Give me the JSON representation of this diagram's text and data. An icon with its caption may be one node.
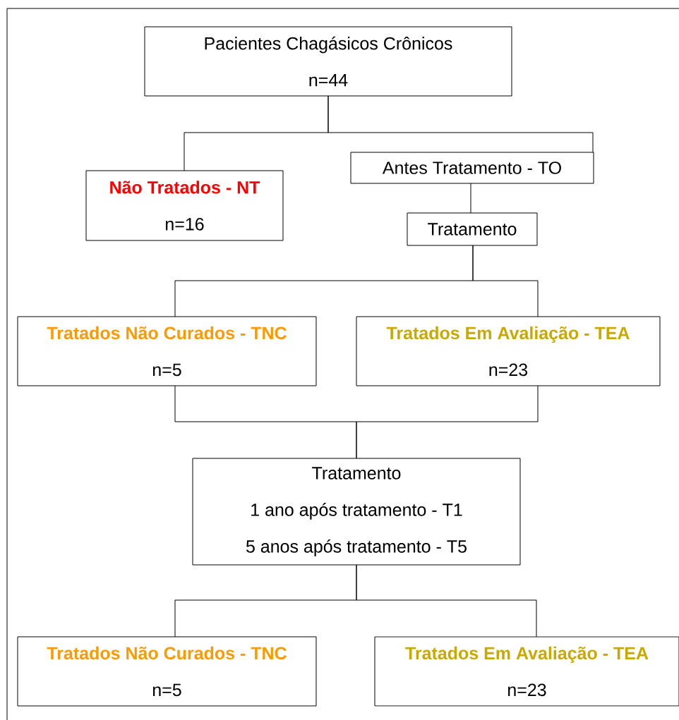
{
  "diagram": {
    "nodes": [
      {
        "text": [
          "Pacientes Chagásicos Crônicos",
          "n=44"
        ]
      },
      {
        "text": [
          "Não Tratados - NT",
          "n=16"
        ]
      },
      {
        "text": [
          "Antes Tratamento - TO"
        ]
      },
      {
        "text": [
          "Tratamento"
        ]
      },
      {
        "text": [
          "Tratados Não Curados - TNC",
          "n=5"
        ]
      },
      {
        "text": [
          "Tratados Em Avaliação - TEA",
          "n=23"
        ]
      },
      {
        "text": [
          "Tratamento",
          "1 ano após tratamento - T1",
          "5 anos após tratamento - T5"
        ]
      },
      {
        "text": [
          "Tratados Não Curados - TNC",
          "n=5"
        ]
      },
      {
        "text": [
          "Tratados Em Avaliação - TEA",
          "n=23"
        ]
      }
    ],
    "edges": [
      {
        "from": 0,
        "to": 1,
        "arrow": "none"
      },
      {
        "from": 0,
        "to": 2,
        "arrow": "none"
      },
      {
        "from": 2,
        "to": 3,
        "arrow": "none"
      },
      {
        "from": 3,
        "to": 4,
        "arrow": "none"
      },
      {
        "from": 3,
        "to": 5,
        "arrow": "none"
      },
      {
        "from": 4,
        "to": 6,
        "arrow": "none"
      },
      {
        "from": 5,
        "to": 6,
        "arrow": "none"
      },
      {
        "from": 6,
        "to": 7,
        "arrow": "none"
      },
      {
        "from": 6,
        "to": 8,
        "arrow": "none"
      }
    ]
  }
}
